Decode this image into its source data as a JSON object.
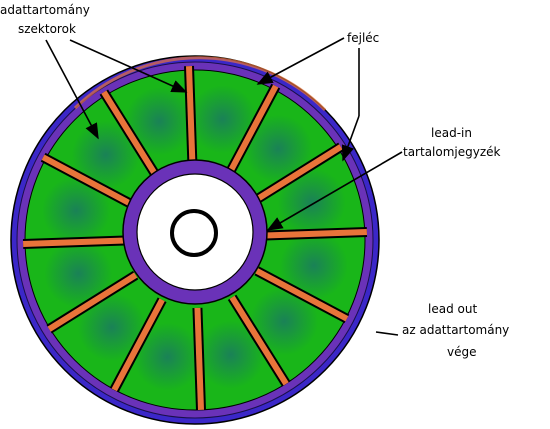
{
  "labels": {
    "data_sectors_line1": "adattartomány",
    "data_sectors_line2": "szektorok",
    "header": "fejléc",
    "leadin_line1": "lead-in",
    "leadin_line2": "tartalomjegyzék",
    "leadout_line1": "lead out",
    "leadout_line2": "az adattartomány",
    "leadout_line3": "vége"
  },
  "colors": {
    "sector_green": "#19b619",
    "sector_green_dark": "#0c7a2a",
    "sector_teal": "#1c8f63",
    "spoke_orange": "#e8743a",
    "ring_purple": "#6a32b8",
    "ring_blue": "#3b27c8",
    "ring_dark": "#1a0f4a",
    "outline": "#000000",
    "hole": "#ffffff",
    "text": "#000000"
  },
  "sector_count": 12,
  "icons": [
    "arrow-icon"
  ]
}
